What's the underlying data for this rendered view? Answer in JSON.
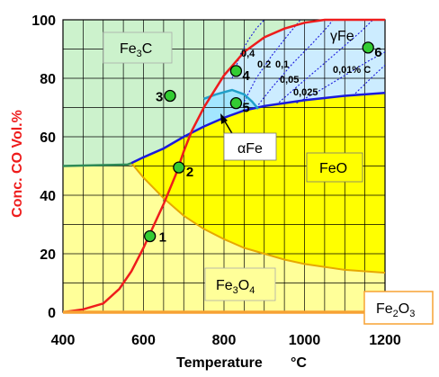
{
  "chart_data": {
    "type": "line",
    "xlabel": "Temperature",
    "xunit": "°C",
    "ylabel": "Conc. CO Vol.%",
    "xlim": [
      400,
      1200
    ],
    "ylim": [
      0,
      100
    ],
    "xticks": [
      "400",
      "600",
      "800",
      "1000",
      "1200"
    ],
    "yticks": [
      "0",
      "20",
      "40",
      "60",
      "80",
      "100"
    ],
    "grid": true,
    "colors": {
      "fe3c": "#ccf2cc",
      "fe3o4": "#ffff99",
      "feo": "#ffff00",
      "gamma": "#ccecff",
      "alpha": "#a3e6ff",
      "boudouard": "#ee1c1c",
      "boundary": "#1a1adc",
      "alpha_boundary": "#21a0c9",
      "fe2o3": "#f7a233",
      "point": "#33cc33"
    },
    "regions": {
      "fe3c": {
        "label": "Fe",
        "sub": "3",
        "tail": "C"
      },
      "fe3o4": {
        "label": "Fe",
        "sub": "3",
        "mid": "O",
        "sub2": "4"
      },
      "feo": {
        "label": "FeO"
      },
      "gamma": {
        "label": "γFe"
      },
      "alpha": {
        "label": "αFe"
      },
      "fe2o3": {
        "label": "Fe",
        "sub": "2",
        "mid": "O",
        "sub2": "3"
      }
    },
    "series": [
      {
        "key": "boudouard",
        "points": [
          [
            400,
            0
          ],
          [
            450,
            1
          ],
          [
            500,
            3
          ],
          [
            540,
            8
          ],
          [
            570,
            14
          ],
          [
            600,
            22
          ],
          [
            620,
            28
          ],
          [
            650,
            37
          ],
          [
            680,
            47
          ],
          [
            700,
            55
          ],
          [
            720,
            62
          ],
          [
            750,
            70
          ],
          [
            800,
            81
          ],
          [
            850,
            89
          ],
          [
            900,
            94
          ],
          [
            950,
            97
          ],
          [
            1000,
            99
          ],
          [
            1050,
            100
          ],
          [
            1200,
            100
          ]
        ]
      },
      {
        "key": "fe3o4_feo_fe",
        "points": [
          [
            400,
            50
          ],
          [
            500,
            50.3
          ],
          [
            560,
            50.5
          ],
          [
            570,
            51
          ]
        ]
      },
      {
        "key": "fe_feo",
        "points": [
          [
            570,
            51
          ],
          [
            600,
            53
          ],
          [
            650,
            56
          ],
          [
            700,
            60
          ],
          [
            750,
            63.5
          ],
          [
            800,
            66.5
          ],
          [
            850,
            69
          ],
          [
            900,
            70.5
          ],
          [
            1000,
            72.5
          ],
          [
            1100,
            74
          ],
          [
            1200,
            75
          ]
        ]
      },
      {
        "key": "fe3o4_feo",
        "points": [
          [
            570,
            51
          ],
          [
            600,
            46
          ],
          [
            650,
            39
          ],
          [
            700,
            33
          ],
          [
            750,
            28.5
          ],
          [
            800,
            25
          ],
          [
            850,
            22
          ],
          [
            900,
            20
          ],
          [
            950,
            18
          ],
          [
            1000,
            16.5
          ],
          [
            1100,
            14.5
          ],
          [
            1200,
            13.5
          ]
        ]
      },
      {
        "key": "alpha_gamma",
        "points": [
          [
            750,
            73
          ],
          [
            780,
            74.5
          ],
          [
            820,
            76
          ],
          [
            850,
            74.5
          ],
          [
            870,
            72
          ],
          [
            885,
            69.5
          ]
        ]
      },
      {
        "key": "fe2o3",
        "points": [
          [
            400,
            0
          ],
          [
            1200,
            0
          ]
        ]
      }
    ],
    "isolines": [
      {
        "label": "0,4",
        "points": [
          [
            820,
            80
          ],
          [
            840,
            88
          ],
          [
            860,
            93
          ],
          [
            880,
            97
          ],
          [
            900,
            100
          ]
        ]
      },
      {
        "label": "0,2",
        "points": [
          [
            850,
            72
          ],
          [
            880,
            80
          ],
          [
            920,
            88
          ],
          [
            960,
            95
          ],
          [
            990,
            100
          ]
        ]
      },
      {
        "label": "0,1",
        "points": [
          [
            880,
            70
          ],
          [
            920,
            77
          ],
          [
            970,
            85
          ],
          [
            1020,
            92
          ],
          [
            1060,
            98
          ],
          [
            1070,
            100
          ]
        ]
      },
      {
        "label": "0,05",
        "points": [
          [
            930,
            71
          ],
          [
            980,
            77
          ],
          [
            1040,
            84
          ],
          [
            1090,
            90
          ],
          [
            1140,
            96
          ],
          [
            1170,
            100
          ]
        ]
      },
      {
        "label": "0,025",
        "points": [
          [
            980,
            71.5
          ],
          [
            1040,
            76
          ],
          [
            1100,
            81
          ],
          [
            1160,
            86
          ],
          [
            1200,
            89
          ]
        ]
      },
      {
        "label": "0,01% C",
        "points": [
          [
            1120,
            74
          ],
          [
            1150,
            78
          ],
          [
            1180,
            82
          ],
          [
            1200,
            84.5
          ]
        ]
      }
    ],
    "points": [
      {
        "label": "1",
        "x": 616,
        "y": 26
      },
      {
        "label": "2",
        "x": 688,
        "y": 49.5
      },
      {
        "label": "3",
        "x": 666,
        "y": 74
      },
      {
        "label": "4",
        "x": 830,
        "y": 82.5
      },
      {
        "label": "5",
        "x": 830,
        "y": 71.5
      },
      {
        "label": "6",
        "x": 1158,
        "y": 90.5
      }
    ]
  }
}
